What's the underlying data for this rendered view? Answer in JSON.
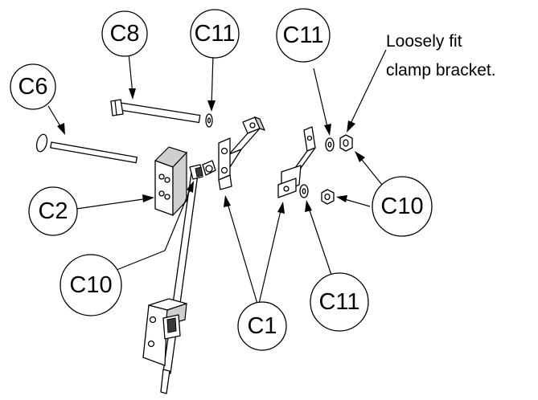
{
  "callouts": {
    "c8": "C8",
    "c11_top_left": "C11",
    "c11_top_right": "C11",
    "c6": "C6",
    "c2": "C2",
    "c10_right": "C10",
    "c10_left": "C10",
    "c1": "C1",
    "c11_bottom": "C11"
  },
  "note": {
    "line1": "Loosely fit",
    "line2": "clamp bracket."
  }
}
